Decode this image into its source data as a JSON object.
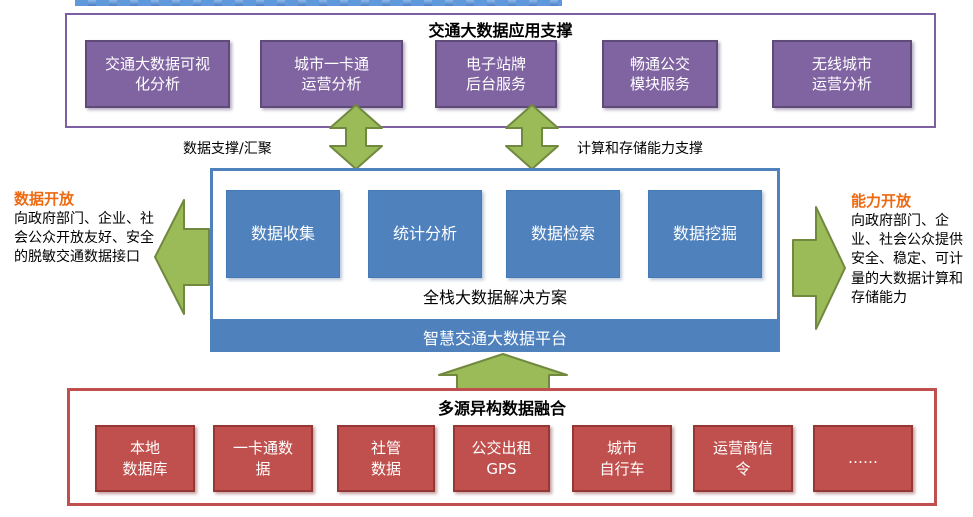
{
  "colors": {
    "purple": "#8064A2",
    "purple-border": "#5F4B78",
    "panel-purple": "#7E60A2",
    "blue": "#4F81BD",
    "blue-border": "#447AB5",
    "red": "#C0504D",
    "red-border": "#953735",
    "green": "#9BBB59",
    "green-border": "#71893F",
    "orange": "#ED6A12"
  },
  "top_section": {
    "title": "交通大数据应用支撑",
    "boxes": [
      "交通大数据可视\n化分析",
      "城市一卡通\n运营分析",
      "电子站牌\n后台服务",
      "畅通公交\n模块服务",
      "无线城市\n运营分析"
    ]
  },
  "flow_labels": {
    "left": "数据支撑/汇聚",
    "right": "计算和存储能力支撑"
  },
  "middle_section": {
    "boxes": [
      "数据收集",
      "统计分析",
      "数据检索",
      "数据挖掘"
    ],
    "caption": "全栈大数据解决方案",
    "platform": "智慧交通大数据平台"
  },
  "left_callout": {
    "title": "数据开放",
    "body": "向政府部门、企业、社会公众开放友好、安全的脱敏交通数据接口"
  },
  "right_callout": {
    "title": "能力开放",
    "body": "向政府部门、企业、社会公众提供安全、稳定、可计量的大数据计算和存储能力"
  },
  "bottom_section": {
    "title": "多源异构数据融合",
    "boxes": [
      "本地\n数据库",
      "一卡通数\n据",
      "社管\n数据",
      "公交出租\nGPS",
      "城市\n自行车",
      "运营商信\n令",
      "……"
    ]
  }
}
